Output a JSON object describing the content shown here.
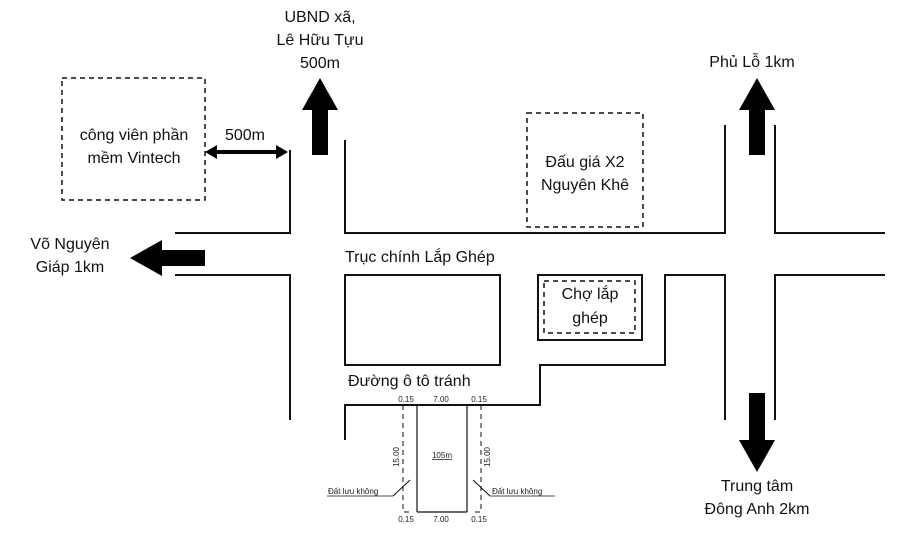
{
  "labels": {
    "ubnd_1": "UBND xã,",
    "ubnd_2": "Lê Hữu Tựu",
    "ubnd_3": "500m",
    "phu_lo": "Phủ Lỗ 1km",
    "vintech_1": "công viên phần",
    "vintech_2": "mềm Vintech",
    "vintech_dist": "500m",
    "x2_1": "Đấu giá X2",
    "x2_2": "Nguyên Khê",
    "vng_1": "Võ Nguyên",
    "vng_2": "Giáp 1km",
    "main_road": "Trục chính Lắp Ghép",
    "market_1": "Chợ lắp",
    "market_2": "ghép",
    "bypass": "Đường ô tô tránh",
    "center_1": "Trung tâm",
    "center_2": "Đông Anh 2km"
  },
  "plot": {
    "top_left": "0.15",
    "top_mid": "7.00",
    "top_right": "0.15",
    "bot_left": "0.15",
    "bot_mid": "7.00",
    "bot_right": "0.15",
    "depth_left": "15.00",
    "depth_right": "15.00",
    "area": "105m",
    "setback_left": "Đất lưu không",
    "setback_right": "Đất lưu không"
  }
}
